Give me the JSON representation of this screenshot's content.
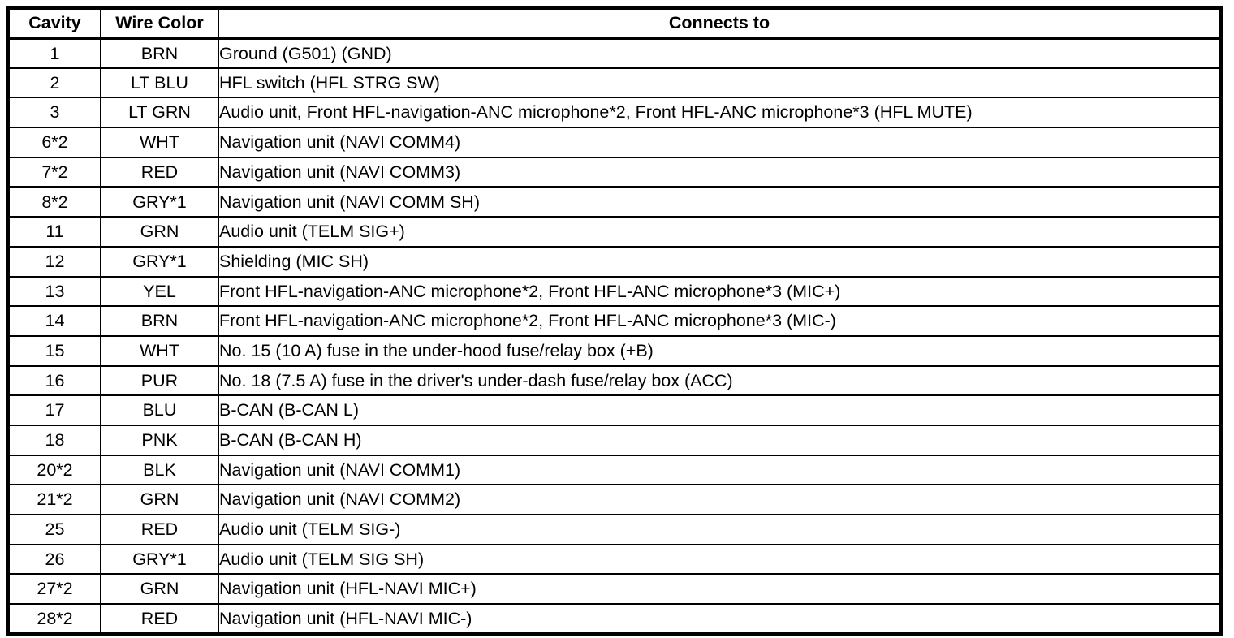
{
  "table": {
    "columns": [
      {
        "key": "cavity",
        "label": "Cavity"
      },
      {
        "key": "wire_color",
        "label": "Wire Color"
      },
      {
        "key": "connects_to",
        "label": "Connects to"
      }
    ],
    "rows": [
      {
        "cavity": "1",
        "wire_color": "BRN",
        "connects_to": "Ground (G501) (GND)"
      },
      {
        "cavity": "2",
        "wire_color": "LT BLU",
        "connects_to": "HFL switch (HFL STRG SW)"
      },
      {
        "cavity": "3",
        "wire_color": "LT GRN",
        "connects_to": "Audio unit, Front HFL-navigation-ANC microphone*2, Front HFL-ANC microphone*3 (HFL MUTE)"
      },
      {
        "cavity": "6*2",
        "wire_color": "WHT",
        "connects_to": "Navigation unit (NAVI COMM4)"
      },
      {
        "cavity": "7*2",
        "wire_color": "RED",
        "connects_to": "Navigation unit (NAVI COMM3)"
      },
      {
        "cavity": "8*2",
        "wire_color": "GRY*1",
        "connects_to": "Navigation unit (NAVI COMM SH)"
      },
      {
        "cavity": "11",
        "wire_color": "GRN",
        "connects_to": "Audio unit (TELM SIG+)"
      },
      {
        "cavity": "12",
        "wire_color": "GRY*1",
        "connects_to": "Shielding (MIC SH)"
      },
      {
        "cavity": "13",
        "wire_color": "YEL",
        "connects_to": "Front HFL-navigation-ANC microphone*2, Front HFL-ANC microphone*3   (MIC+)"
      },
      {
        "cavity": "14",
        "wire_color": "BRN",
        "connects_to": "Front HFL-navigation-ANC microphone*2, Front HFL-ANC microphone*3   (MIC-)"
      },
      {
        "cavity": "15",
        "wire_color": "WHT",
        "connects_to": "No. 15 (10 A) fuse in the under-hood fuse/relay box (+B)"
      },
      {
        "cavity": "16",
        "wire_color": "PUR",
        "connects_to": "No. 18 (7.5 A) fuse in the driver's under-dash fuse/relay box (ACC)"
      },
      {
        "cavity": "17",
        "wire_color": "BLU",
        "connects_to": "B-CAN (B-CAN L)"
      },
      {
        "cavity": "18",
        "wire_color": "PNK",
        "connects_to": "B-CAN (B-CAN H)"
      },
      {
        "cavity": "20*2",
        "wire_color": "BLK",
        "connects_to": "Navigation unit (NAVI COMM1)"
      },
      {
        "cavity": "21*2",
        "wire_color": "GRN",
        "connects_to": "Navigation unit (NAVI COMM2)"
      },
      {
        "cavity": "25",
        "wire_color": "RED",
        "connects_to": "Audio unit (TELM SIG-)"
      },
      {
        "cavity": "26",
        "wire_color": "GRY*1",
        "connects_to": "Audio unit (TELM SIG SH)"
      },
      {
        "cavity": "27*2",
        "wire_color": "GRN",
        "connects_to": "Navigation unit (HFL-NAVI MIC+)"
      },
      {
        "cavity": "28*2",
        "wire_color": "RED",
        "connects_to": "Navigation unit (HFL-NAVI MIC-)"
      }
    ]
  },
  "colors": {
    "border": "#000000",
    "text": "#000000",
    "background": "#ffffff"
  }
}
